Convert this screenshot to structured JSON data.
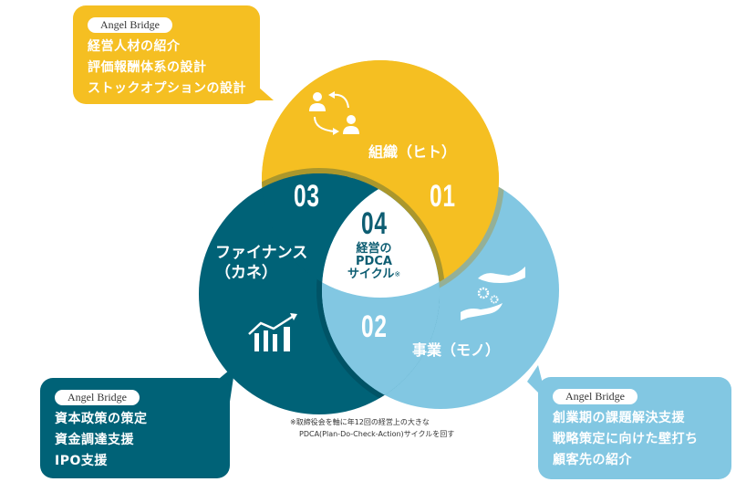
{
  "colors": {
    "yellow": "#f5bf22",
    "teal": "#006277",
    "light_blue": "#82c7e2",
    "center_white": "#ffffff",
    "center_text": "#0d5d72"
  },
  "circles": [
    {
      "id": "01",
      "number": "01",
      "label": "組織（ヒト）",
      "icon": "people-exchange-icon",
      "color": "#f5bf22"
    },
    {
      "id": "02",
      "number": "02",
      "label": "事業（モノ）",
      "icon": "hands-gears-icon",
      "color": "#82c7e2"
    },
    {
      "id": "03",
      "number": "03",
      "label_lines": [
        "ファイナンス",
        "（カネ）"
      ],
      "icon": "growth-chart-icon",
      "color": "#006277"
    }
  ],
  "center": {
    "number": "04",
    "lines": [
      "経営の",
      "PDCA",
      "サイクル"
    ],
    "mark": "※"
  },
  "bubbles": {
    "top_left": {
      "badge": "Angel Bridge",
      "items": [
        "経営人材の紹介",
        "評価報酬体系の設計",
        "ストックオプションの設計"
      ]
    },
    "bottom_left": {
      "badge": "Angel Bridge",
      "items": [
        "資本政策の策定",
        "資金調達支援",
        "IPO支援"
      ]
    },
    "bottom_right": {
      "badge": "Angel Bridge",
      "items": [
        "創業期の課題解決支援",
        "戦略策定に向けた壁打ち",
        "顧客先の紹介"
      ]
    }
  },
  "footnote": {
    "line1": "※取締役会を軸に年12回の経営上の大きな",
    "line2": "PDCA(Plan-Do-Check-Action)サイクルを回す"
  }
}
